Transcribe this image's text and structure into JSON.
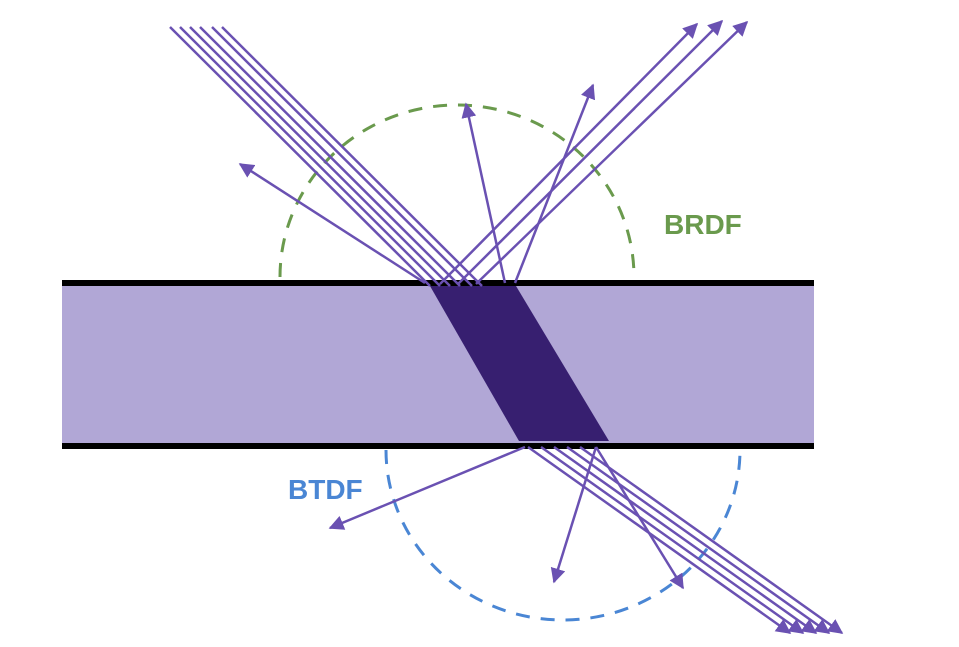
{
  "labels": {
    "brdf": "BRDF",
    "btdf": "BTDF"
  },
  "colors": {
    "ray": "#6a51b2",
    "slab_fill": "#b1a7d6",
    "slab_border": "#000000",
    "beam_path": "#371f70",
    "brdf": "#6a9a4d",
    "btdf": "#4a86d4"
  },
  "icons": {
    "ray_head": "arrowhead"
  }
}
